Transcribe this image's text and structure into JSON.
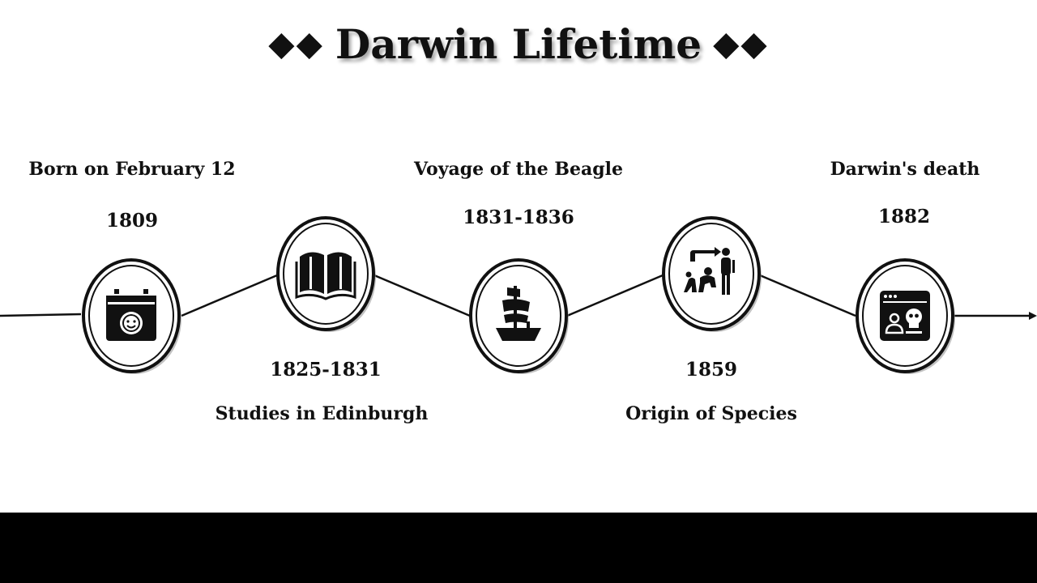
{
  "title": "Darwin Lifetime",
  "title_decoration": "◆◆",
  "colors": {
    "ink": "#111111",
    "background": "#ffffff",
    "footer": "#000000"
  },
  "milestones": [
    {
      "event": "Born on February 12",
      "year": "1809",
      "icon": "baby-calendar-icon"
    },
    {
      "event": "Studies in Edinburgh",
      "year": "1825-1831",
      "icon": "open-book-icon"
    },
    {
      "event": "Voyage of the Beagle",
      "year": "1831-1836",
      "icon": "sailing-ship-icon"
    },
    {
      "event": "Origin of Species",
      "year": "1859",
      "icon": "evolution-icon"
    },
    {
      "event": "Darwin's death",
      "year": "1882",
      "icon": "skull-window-icon"
    }
  ]
}
